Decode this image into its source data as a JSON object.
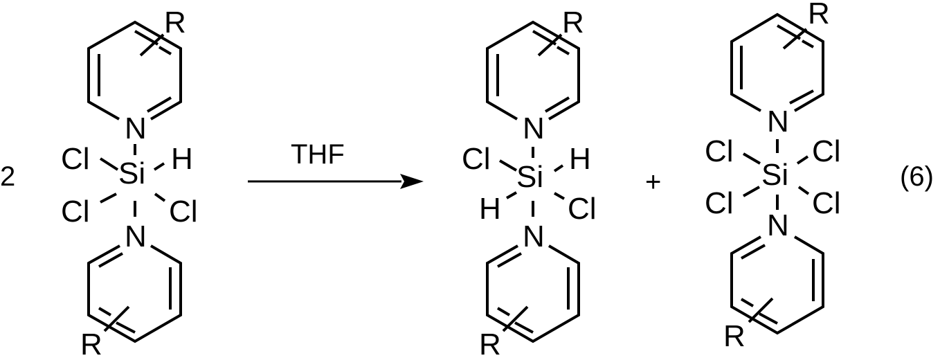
{
  "reaction": {
    "stoichiometry": "2",
    "reagent": "THF",
    "plus": "+",
    "equation_number": "(6)",
    "colors": {
      "ink": "#000000",
      "background": "#ffffff"
    },
    "reactant": {
      "center": "Si",
      "ligands": {
        "top_left": "Cl",
        "top_right": "H",
        "bottom_left": "Cl",
        "bottom_right": "Cl"
      },
      "axial": [
        "N",
        "N"
      ],
      "substituent": "R"
    },
    "product1": {
      "center": "Si",
      "ligands": {
        "top_left": "Cl",
        "top_right": "H",
        "bottom_left": "H",
        "bottom_right": "Cl"
      },
      "axial": [
        "N",
        "N"
      ],
      "substituent": "R"
    },
    "product2": {
      "center": "Si",
      "ligands": {
        "top_left": "Cl",
        "top_right": "Cl",
        "bottom_left": "Cl",
        "bottom_right": "Cl"
      },
      "axial": [
        "N",
        "N"
      ],
      "substituent": "R"
    }
  }
}
